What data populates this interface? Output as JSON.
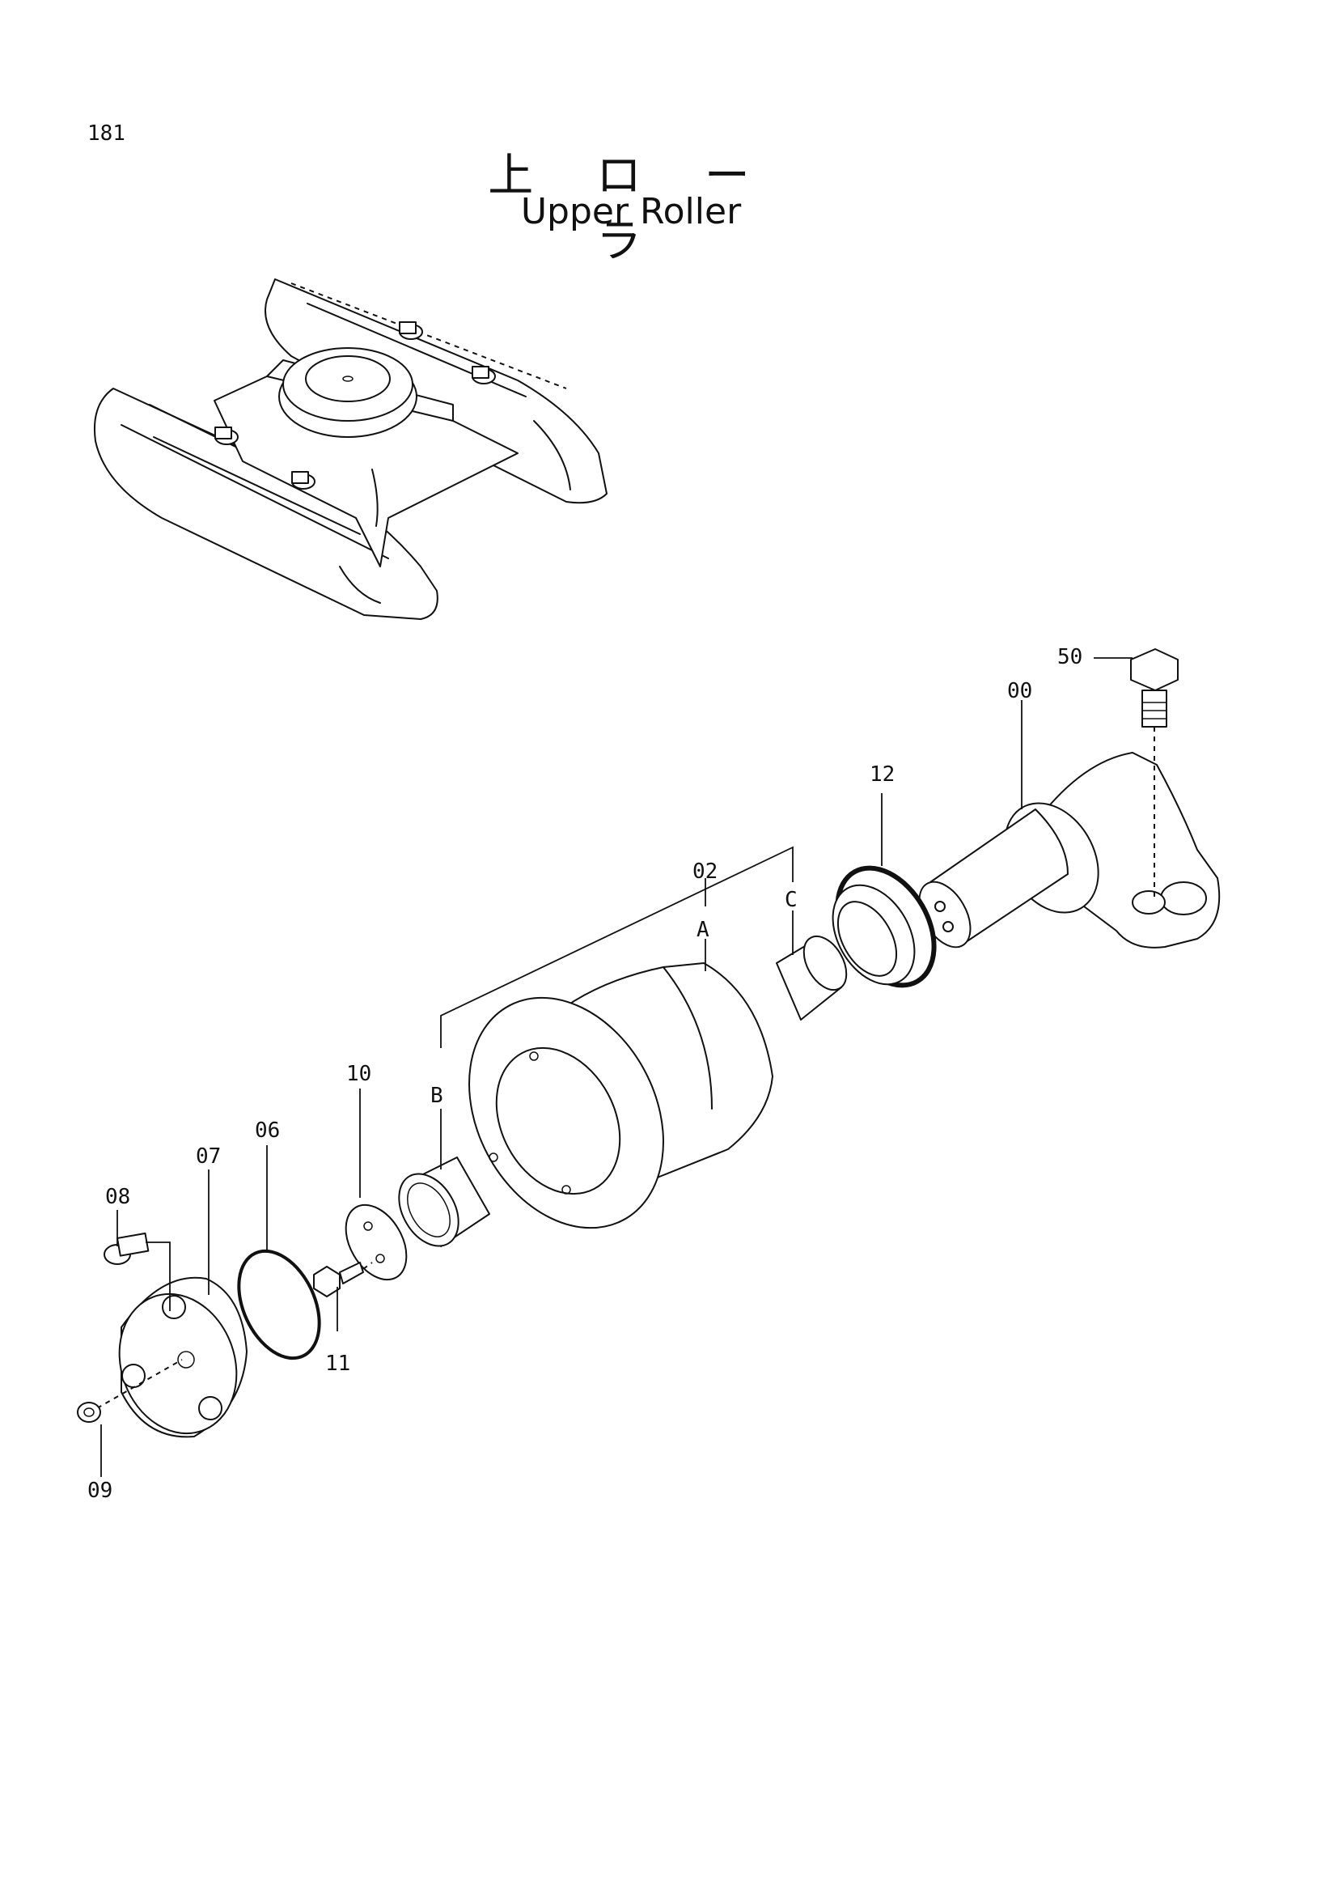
{
  "page": {
    "number": "181"
  },
  "title": {
    "japanese": "上 ロ ー ラ",
    "english": "Upper Roller"
  },
  "callouts": {
    "c50": "50",
    "c00": "00",
    "c12": "12",
    "c02": "02",
    "cA": "A",
    "cC": "C",
    "cB": "B",
    "c10": "10",
    "c06": "06",
    "c07": "07",
    "c08": "08",
    "c11": "11",
    "c09": "09"
  }
}
